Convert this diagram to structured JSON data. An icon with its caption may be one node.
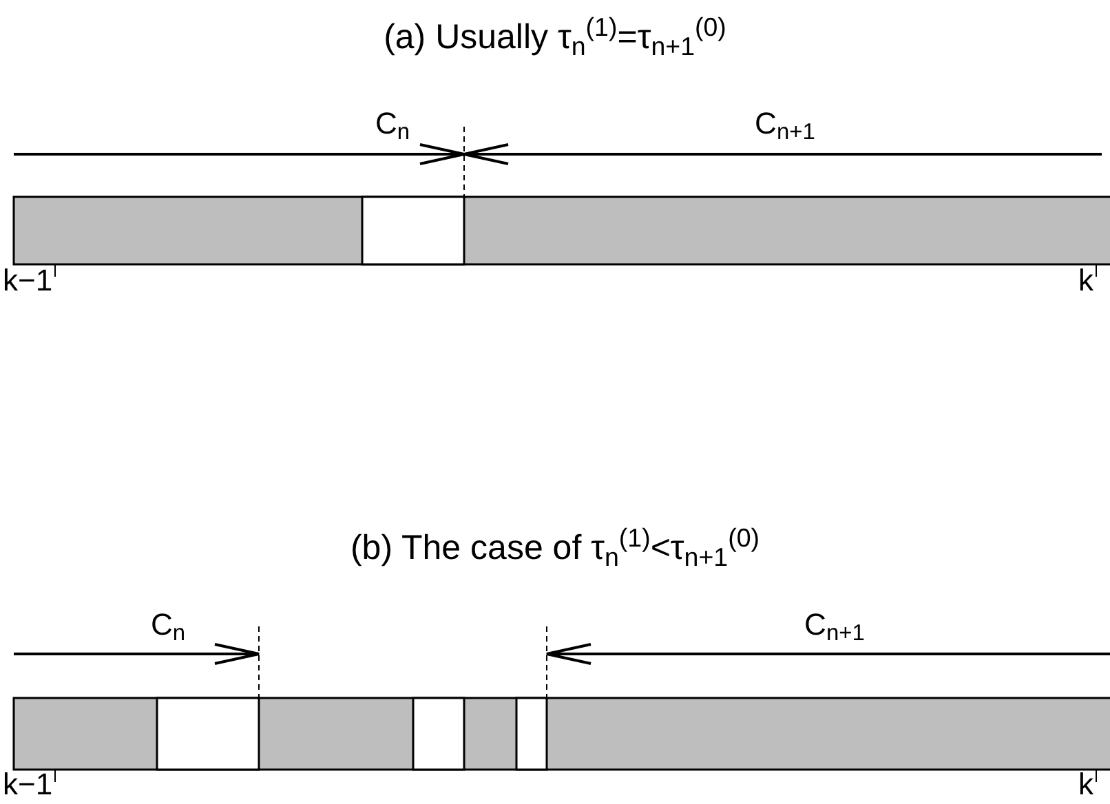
{
  "diagram": {
    "labels": [
      "(a) Usually τ$_{n}$$^{(1)}$=τ$_{n+1}$$^{(0)}$",
      "C$_{n}$",
      "C$_{n+1}$",
      "k−1",
      "k",
      "(b) The case of τ$_{n}$$^{(1)}$<τ$_{n+1}$$^{(0)}$",
      "C$_{n}$",
      "C$_{n+1}$",
      "k−1",
      "k"
    ]
  }
}
